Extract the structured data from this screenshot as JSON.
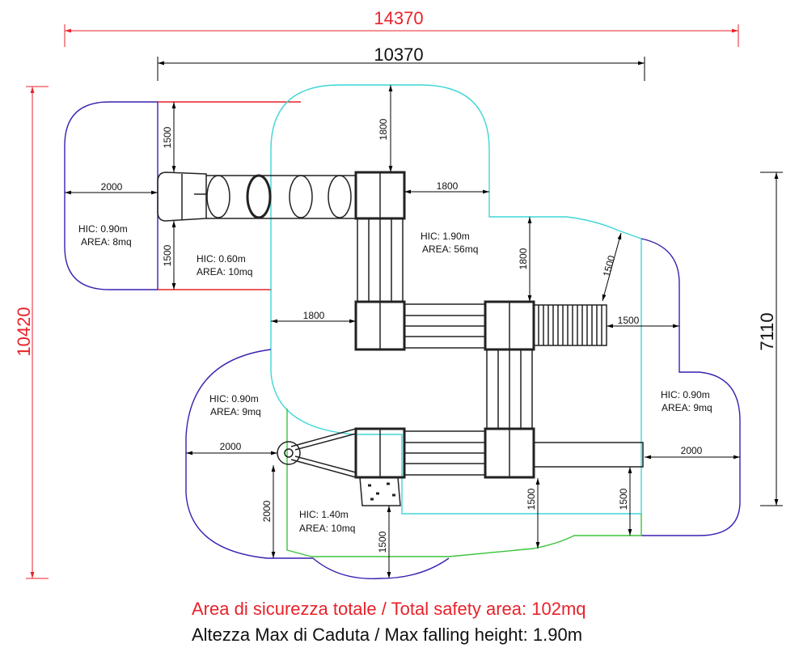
{
  "dimensions": {
    "overall_width": "14370",
    "structure_width": "10370",
    "overall_depth": "10420",
    "structure_depth": "7110",
    "left_zone_width": "2000",
    "tunnel_top_clearance": "1500",
    "tunnel_bottom_clearance": "1500",
    "tower_top_clearance": "1800",
    "tower_right_clearance": "1800",
    "tower_vertical_clearance": "1800",
    "tower_left_clearance": "1800",
    "ladder_clearance": "1500",
    "ladder_right_clearance": "1500",
    "swing_left_clearance": "2000",
    "swing_bottom_clearance": "2000",
    "climb_bottom_clearance": "1500",
    "tower_bottom_clearance": "1500",
    "slide_bottom_clearance": "1500",
    "slide_right_clearance": "2000"
  },
  "zones": [
    {
      "hic": "HIC: 0.90m",
      "area": "AREA: 8mq"
    },
    {
      "hic": "HIC: 0.60m",
      "area": "AREA: 10mq"
    },
    {
      "hic": "HIC: 1.90m",
      "area": "AREA: 56mq"
    },
    {
      "hic": "HIC: 0.90m",
      "area": "AREA: 9mq"
    },
    {
      "hic": "HIC: 0.90m",
      "area": "AREA: 9mq"
    },
    {
      "hic": "HIC: 1.40m",
      "area": "AREA: 10mq"
    }
  ],
  "footer": {
    "total_area": "Area di sicurezza totale / Total safety area: 102mq",
    "max_height": "Altezza Max di Caduta / Max falling height: 1.90m"
  },
  "colors": {
    "red": "#e8222a",
    "purple": "#3a1fb0",
    "cyan": "#3fd6d6",
    "green": "#3cc43c"
  }
}
